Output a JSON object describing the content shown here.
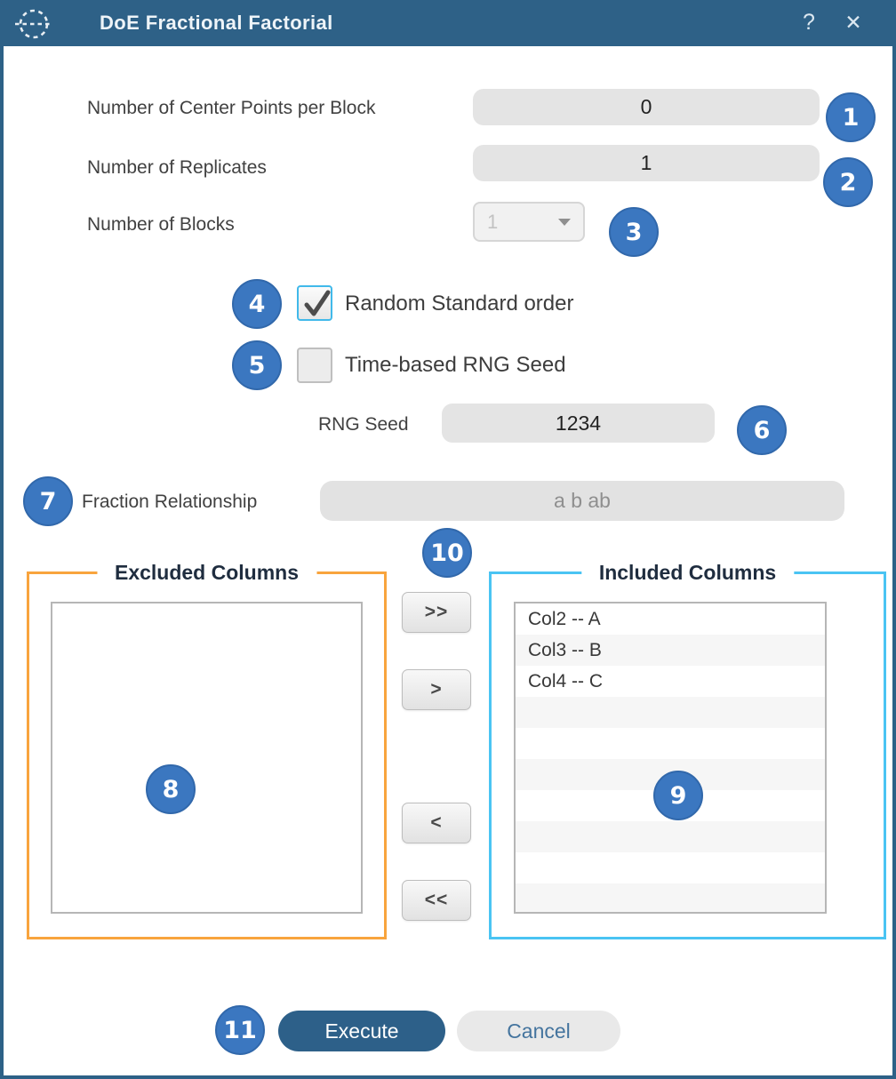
{
  "window": {
    "title": "DoE Fractional Factorial",
    "help_label": "?",
    "close_label": "✕"
  },
  "fields": {
    "center_points": {
      "label": "Number of Center Points per Block",
      "value": "0"
    },
    "replicates": {
      "label": "Number of Replicates",
      "value": "1"
    },
    "blocks": {
      "label": "Number of Blocks",
      "value": "1",
      "enabled": false
    },
    "random_standard_order": {
      "label": "Random Standard order",
      "checked": true
    },
    "time_based_rng_seed": {
      "label": "Time-based RNG Seed",
      "checked": false
    },
    "rng_seed": {
      "label": "RNG Seed",
      "value": "1234"
    },
    "fraction_relationship": {
      "label": "Fraction Relationship",
      "value": "a b ab",
      "enabled": false
    }
  },
  "lists": {
    "excluded": {
      "title": "Excluded Columns",
      "items": []
    },
    "included": {
      "title": "Included Columns",
      "items": [
        "Col2 -- A",
        "Col3 -- B",
        "Col4 -- C"
      ]
    }
  },
  "transfer_buttons": {
    "move_all_right": ">>",
    "move_right": ">",
    "move_left": "<",
    "move_all_left": "<<"
  },
  "actions": {
    "execute": "Execute",
    "cancel": "Cancel"
  },
  "annotations": [
    "1",
    "2",
    "3",
    "4",
    "5",
    "6",
    "7",
    "8",
    "9",
    "10",
    "11"
  ],
  "colors": {
    "titlebar": "#2e6187",
    "badge_blue": "#3b77c0",
    "excluded_frame_orange": "#f8a43d",
    "included_frame_cyan": "#4ac4f3",
    "execute_button": "#2d6089",
    "cancel_text": "#44749e",
    "input_background": "#e4e4e4",
    "checkbox_focus_cyan": "#41b9ea"
  }
}
